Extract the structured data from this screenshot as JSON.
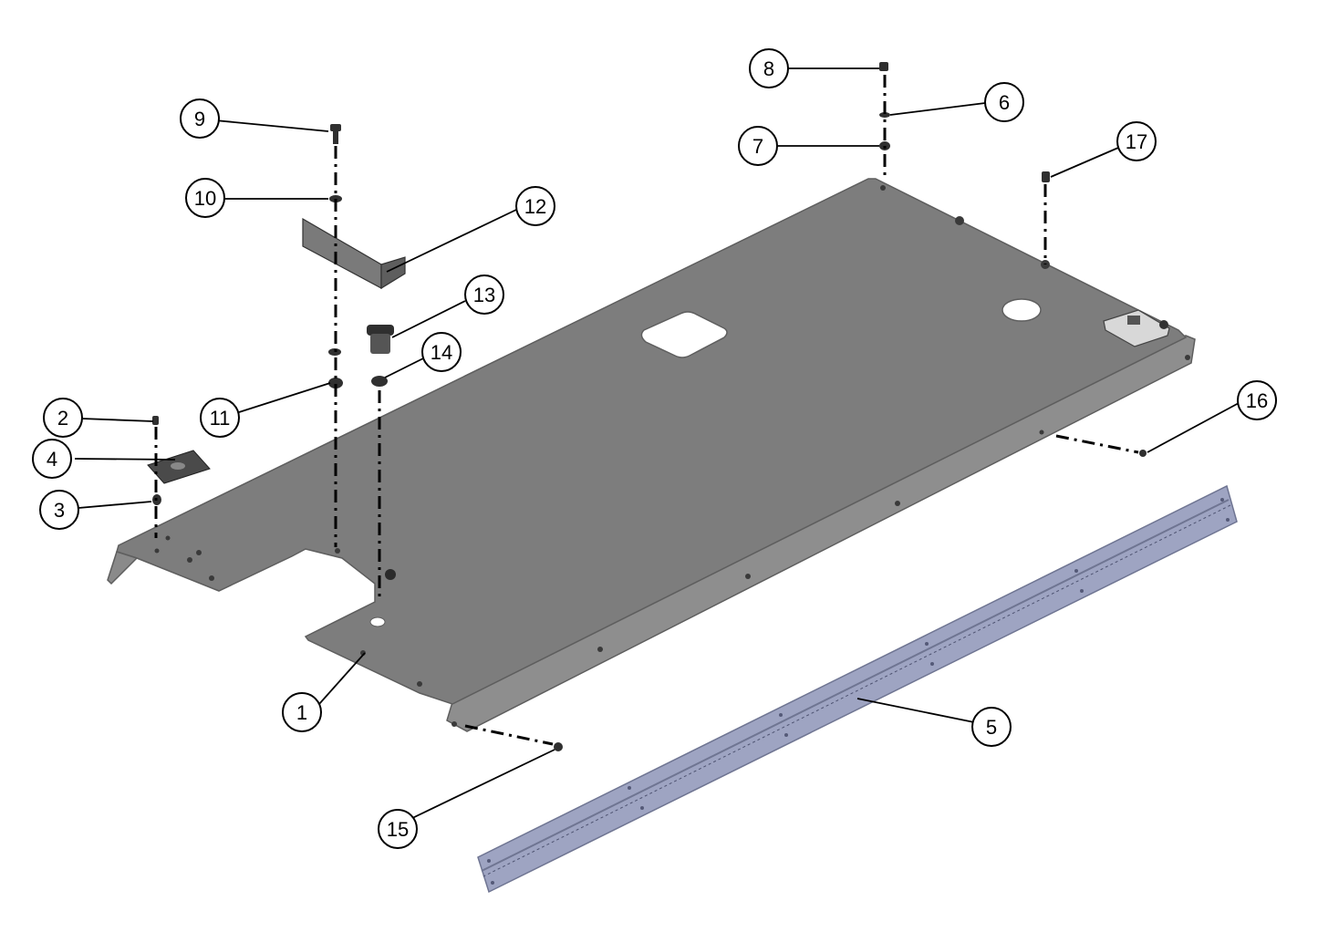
{
  "diagram": {
    "colors": {
      "panel_fill": "#7d7d7d",
      "panel_edge": "#5e5e5e",
      "panel_flange": "#8e8e8e",
      "hinge_fill": "#9ea4c2",
      "hinge_edge": "#6f7592",
      "hardware": "#303030",
      "line": "#000000"
    },
    "callouts": [
      {
        "label": "1"
      },
      {
        "label": "2"
      },
      {
        "label": "3"
      },
      {
        "label": "4"
      },
      {
        "label": "5"
      },
      {
        "label": "6"
      },
      {
        "label": "7"
      },
      {
        "label": "8"
      },
      {
        "label": "9"
      },
      {
        "label": "10"
      },
      {
        "label": "11"
      },
      {
        "label": "12"
      },
      {
        "label": "13"
      },
      {
        "label": "14"
      },
      {
        "label": "15"
      },
      {
        "label": "16"
      },
      {
        "label": "17"
      }
    ]
  }
}
